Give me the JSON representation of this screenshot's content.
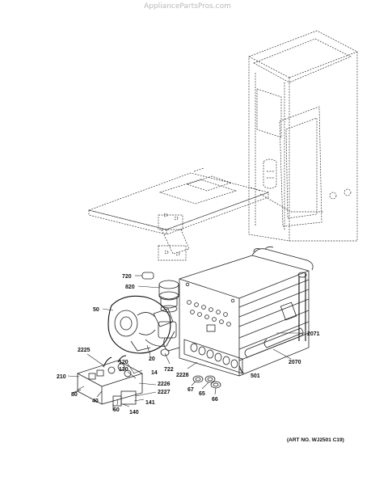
{
  "watermark": "AppliancePartsPros.com",
  "art_number": "(ART NO. WJ2501 C19)",
  "callouts": [
    {
      "id": "720",
      "text": "720"
    },
    {
      "id": "820",
      "text": "820"
    },
    {
      "id": "50",
      "text": "50"
    },
    {
      "id": "2071",
      "text": "2071"
    },
    {
      "id": "2070",
      "text": "2070"
    },
    {
      "id": "2225",
      "text": "2225"
    },
    {
      "id": "722",
      "text": "722"
    },
    {
      "id": "20",
      "text": "20"
    },
    {
      "id": "120",
      "text": "120"
    },
    {
      "id": "130",
      "text": "130"
    },
    {
      "id": "14",
      "text": "14"
    },
    {
      "id": "210",
      "text": "210"
    },
    {
      "id": "2228",
      "text": "2228"
    },
    {
      "id": "501",
      "text": "501"
    },
    {
      "id": "2226",
      "text": "2226"
    },
    {
      "id": "2227",
      "text": "2227"
    },
    {
      "id": "67",
      "text": "67"
    },
    {
      "id": "65",
      "text": "65"
    },
    {
      "id": "66",
      "text": "66"
    },
    {
      "id": "80",
      "text": "80"
    },
    {
      "id": "40",
      "text": "40"
    },
    {
      "id": "60",
      "text": "60"
    },
    {
      "id": "141",
      "text": "141"
    },
    {
      "id": "140",
      "text": "140"
    }
  ]
}
